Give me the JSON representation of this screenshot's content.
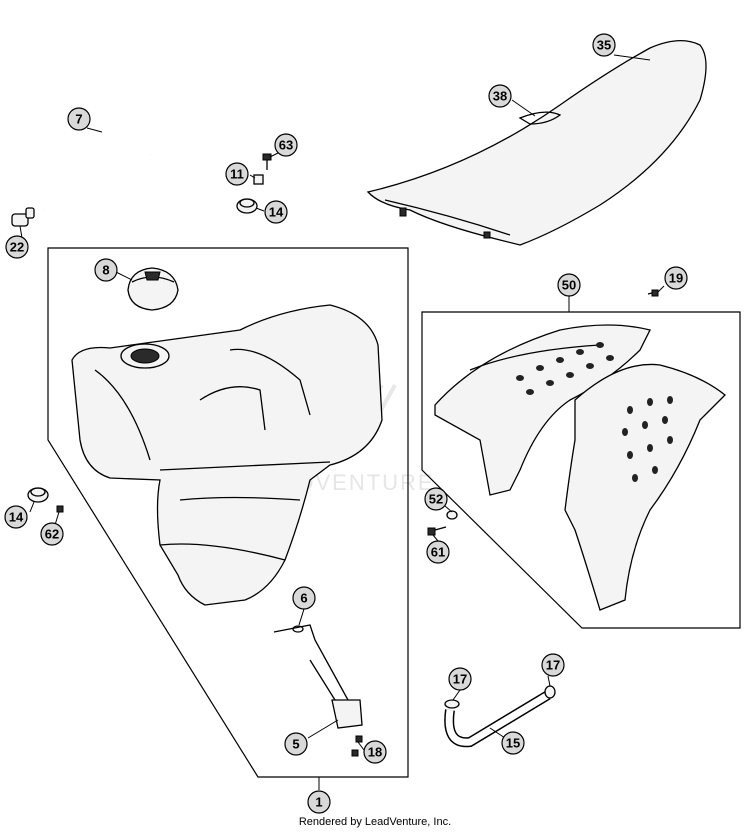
{
  "watermark": "LEADVENTURE",
  "footer": "Rendered by LeadVenture, Inc.",
  "callouts": {
    "c1": "1",
    "c5": "5",
    "c6": "6",
    "c7": "7",
    "c8": "8",
    "c11": "11",
    "c14a": "14",
    "c14b": "14",
    "c15": "15",
    "c17a": "17",
    "c17b": "17",
    "c18": "18",
    "c19": "19",
    "c22": "22",
    "c35": "35",
    "c38": "38",
    "c50": "50",
    "c52": "52",
    "c61": "61",
    "c62": "62",
    "c63": "63"
  }
}
